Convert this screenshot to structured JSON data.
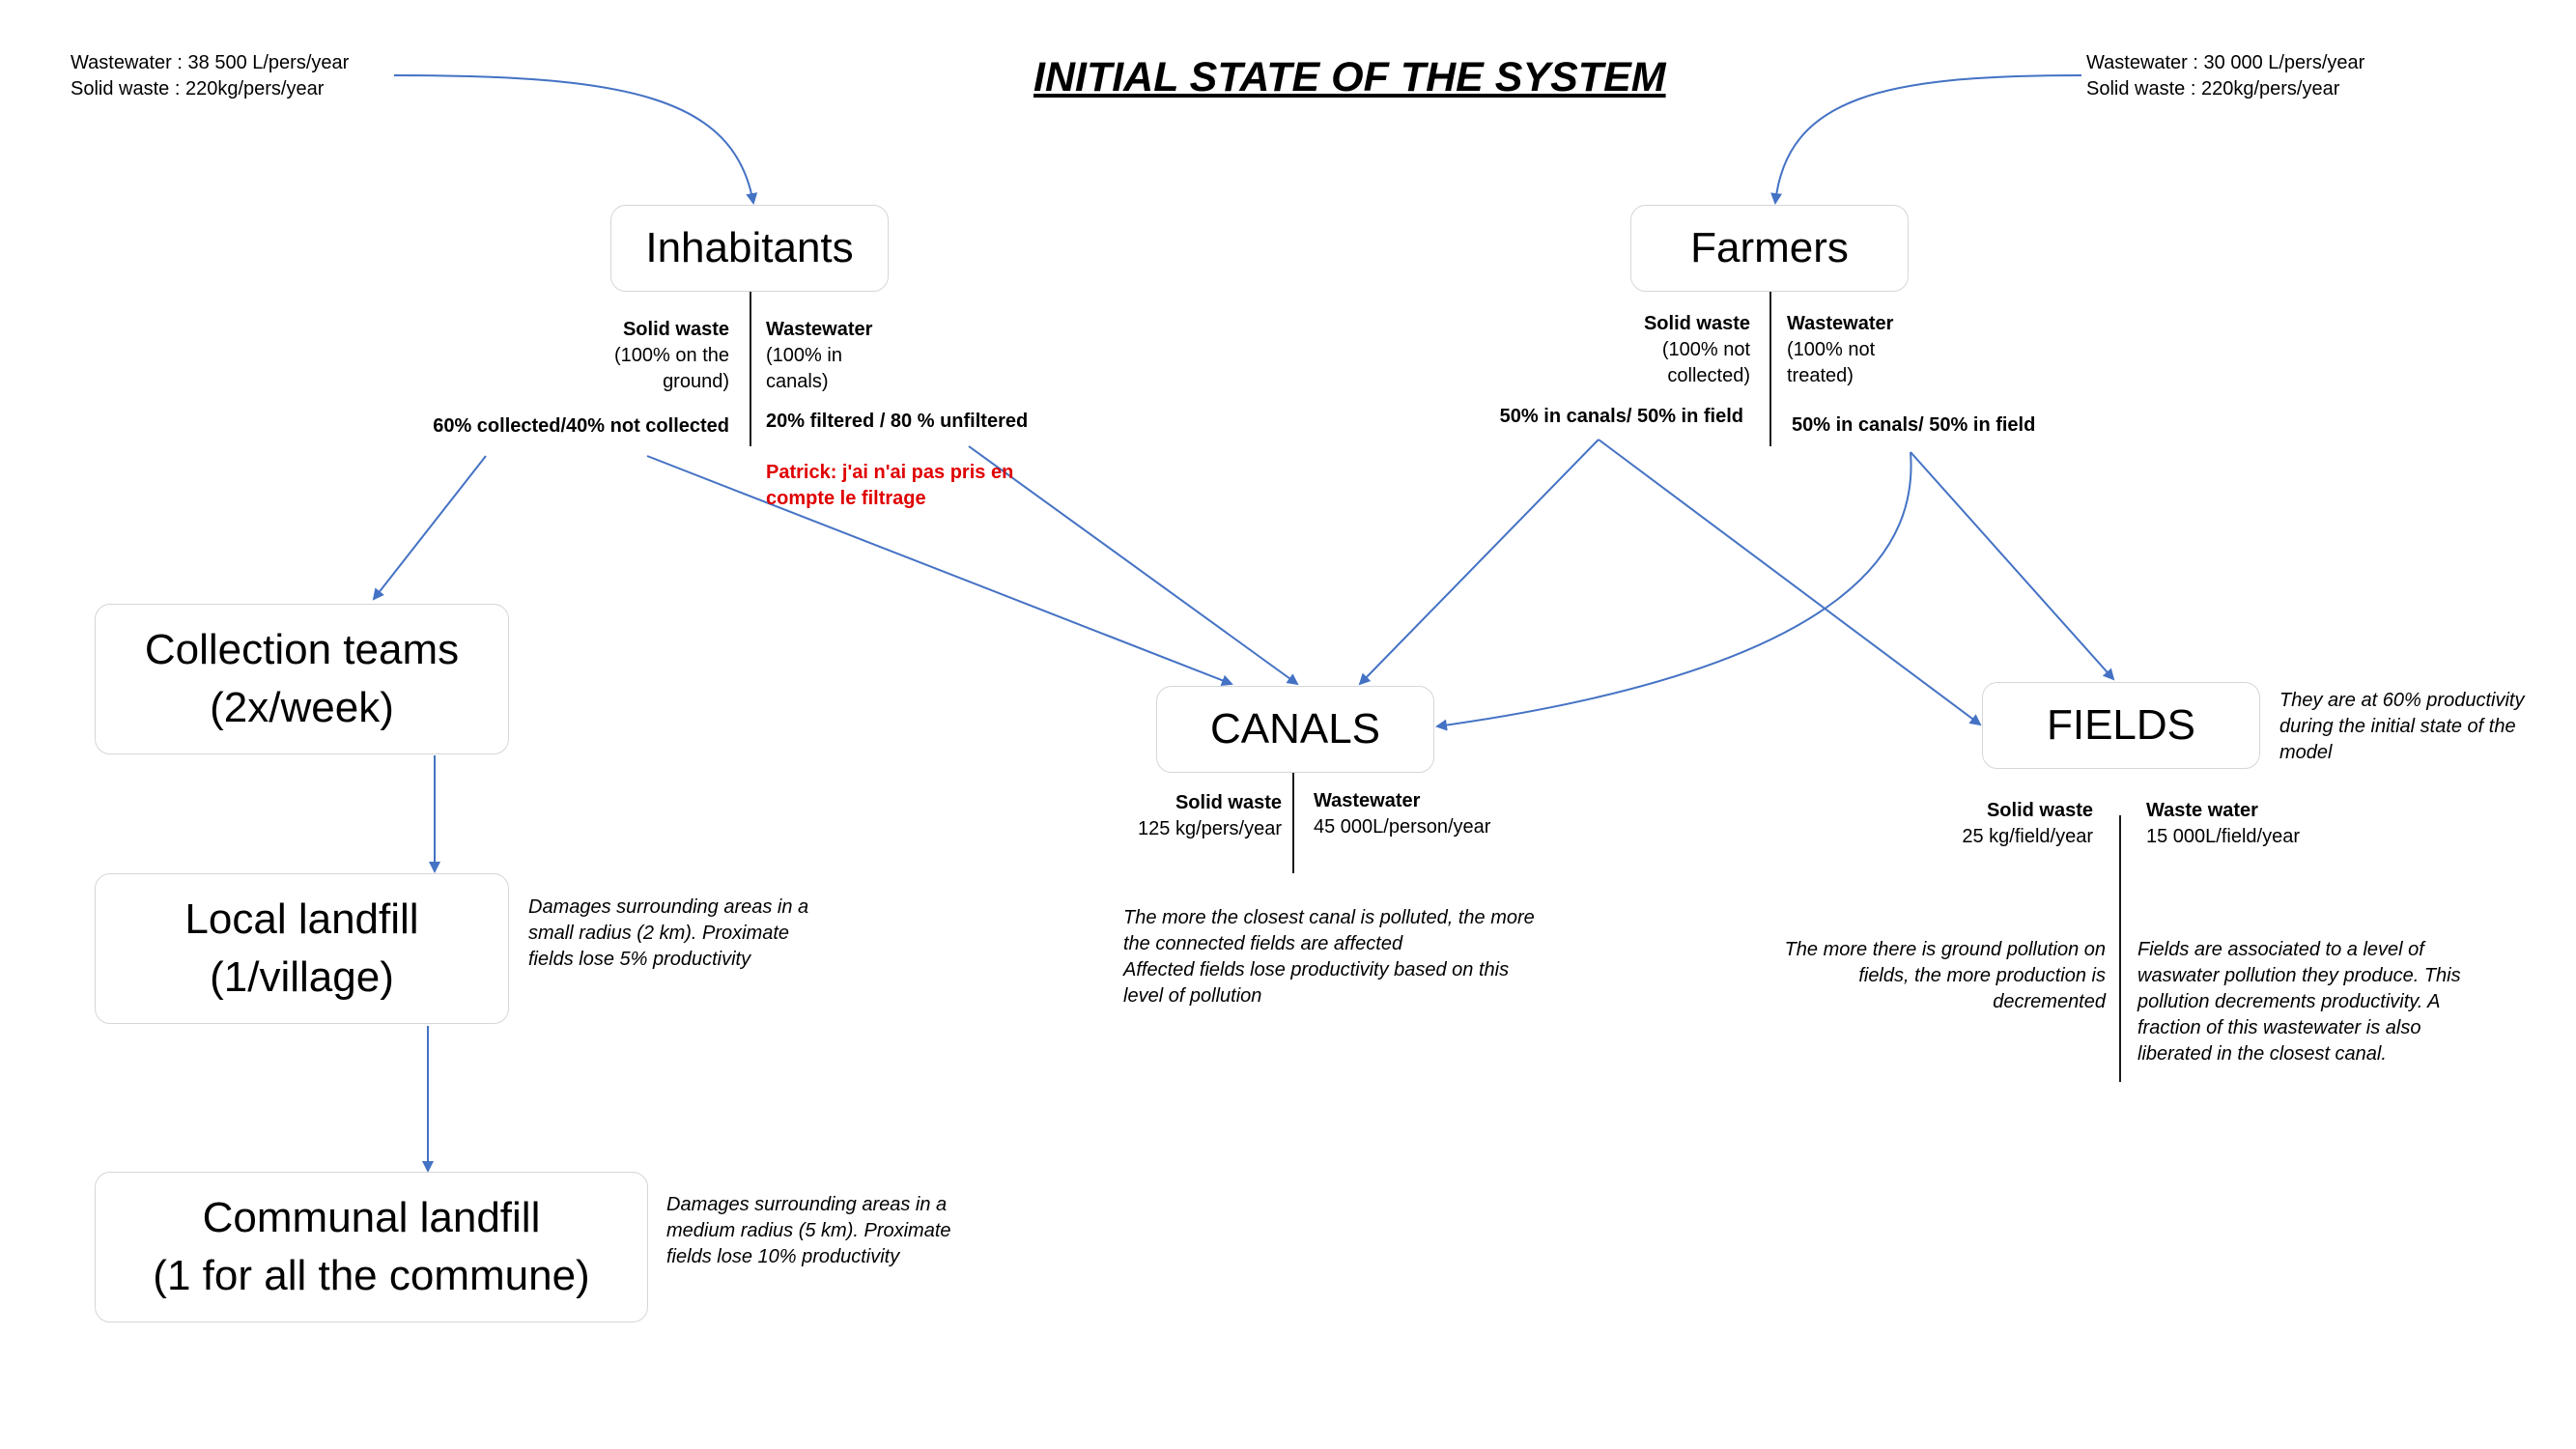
{
  "title": "INITIAL STATE OF THE SYSTEM",
  "colors": {
    "arrow": "#4472c4",
    "note_red": "#e00000",
    "box_border": "#d6d6d6"
  },
  "inputs": {
    "inhabitants": [
      "Wastewater : 38 500 L/pers/year",
      "Solid waste : 220kg/pers/year"
    ],
    "farmers": [
      "Wastewater : 30 000 L/pers/year",
      "Solid waste : 220kg/pers/year"
    ]
  },
  "nodes": {
    "inhabitants": "Inhabitants",
    "farmers": "Farmers",
    "collection_teams": [
      "Collection teams",
      "(2x/week)"
    ],
    "local_landfill": [
      "Local landfill",
      "(1/village)"
    ],
    "communal_landfill": [
      "Communal landfill",
      "(1 for all the commune)"
    ],
    "canals": "CANALS",
    "fields": "FIELDS"
  },
  "inhabitants_detail": {
    "solid_title": "Solid waste",
    "solid_lines": [
      "(100% on the",
      "ground)"
    ],
    "waste_title": "Wastewater",
    "waste_lines": [
      "(100% in",
      "canals)"
    ],
    "solid_split": "60% collected/40% not collected",
    "waste_split": "20% filtered / 80 % unfiltered",
    "note": [
      "Patrick: j'ai n'ai pas pris en",
      "compte le filtrage"
    ]
  },
  "farmers_detail": {
    "solid_title": "Solid waste",
    "solid_lines": [
      "(100% not",
      "collected)"
    ],
    "waste_title": "Wastewater",
    "waste_lines": [
      "(100% not",
      "treated)"
    ],
    "solid_split": "50% in canals/ 50% in field",
    "waste_split": "50% in canals/ 50% in field"
  },
  "canals_detail": {
    "solid_title": "Solid waste",
    "solid_value": "125 kg/pers/year",
    "waste_title": "Wastewater",
    "waste_value": "45 000L/person/year",
    "note": [
      "The more the closest canal is polluted, the more",
      "the connected fields are affected",
      "Affected fields lose productivity based on this",
      "level of pollution"
    ]
  },
  "fields_detail": {
    "solid_title": "Solid waste",
    "solid_value": "25 kg/field/year",
    "waste_title": "Waste water",
    "waste_value": "15 000L/field/year",
    "productivity_note": [
      "They are at 60% productivity",
      "during the initial state of the",
      "model"
    ],
    "ground_note": [
      "The more there is ground pollution on",
      "fields, the more production is",
      "decremented"
    ],
    "waste_note": [
      "Fields are associated to a level of",
      "waswater pollution they produce. This",
      "pollution decrements productivity. A",
      "fraction of this wastewater is also",
      "liberated in the closest canal."
    ]
  },
  "landfill_notes": {
    "local": [
      "Damages surrounding areas in a",
      "small radius (2 km). Proximate",
      "fields lose 5% productivity"
    ],
    "communal": [
      "Damages surrounding areas in a",
      "medium radius (5 km). Proximate",
      "fields lose 10% productivity"
    ]
  }
}
